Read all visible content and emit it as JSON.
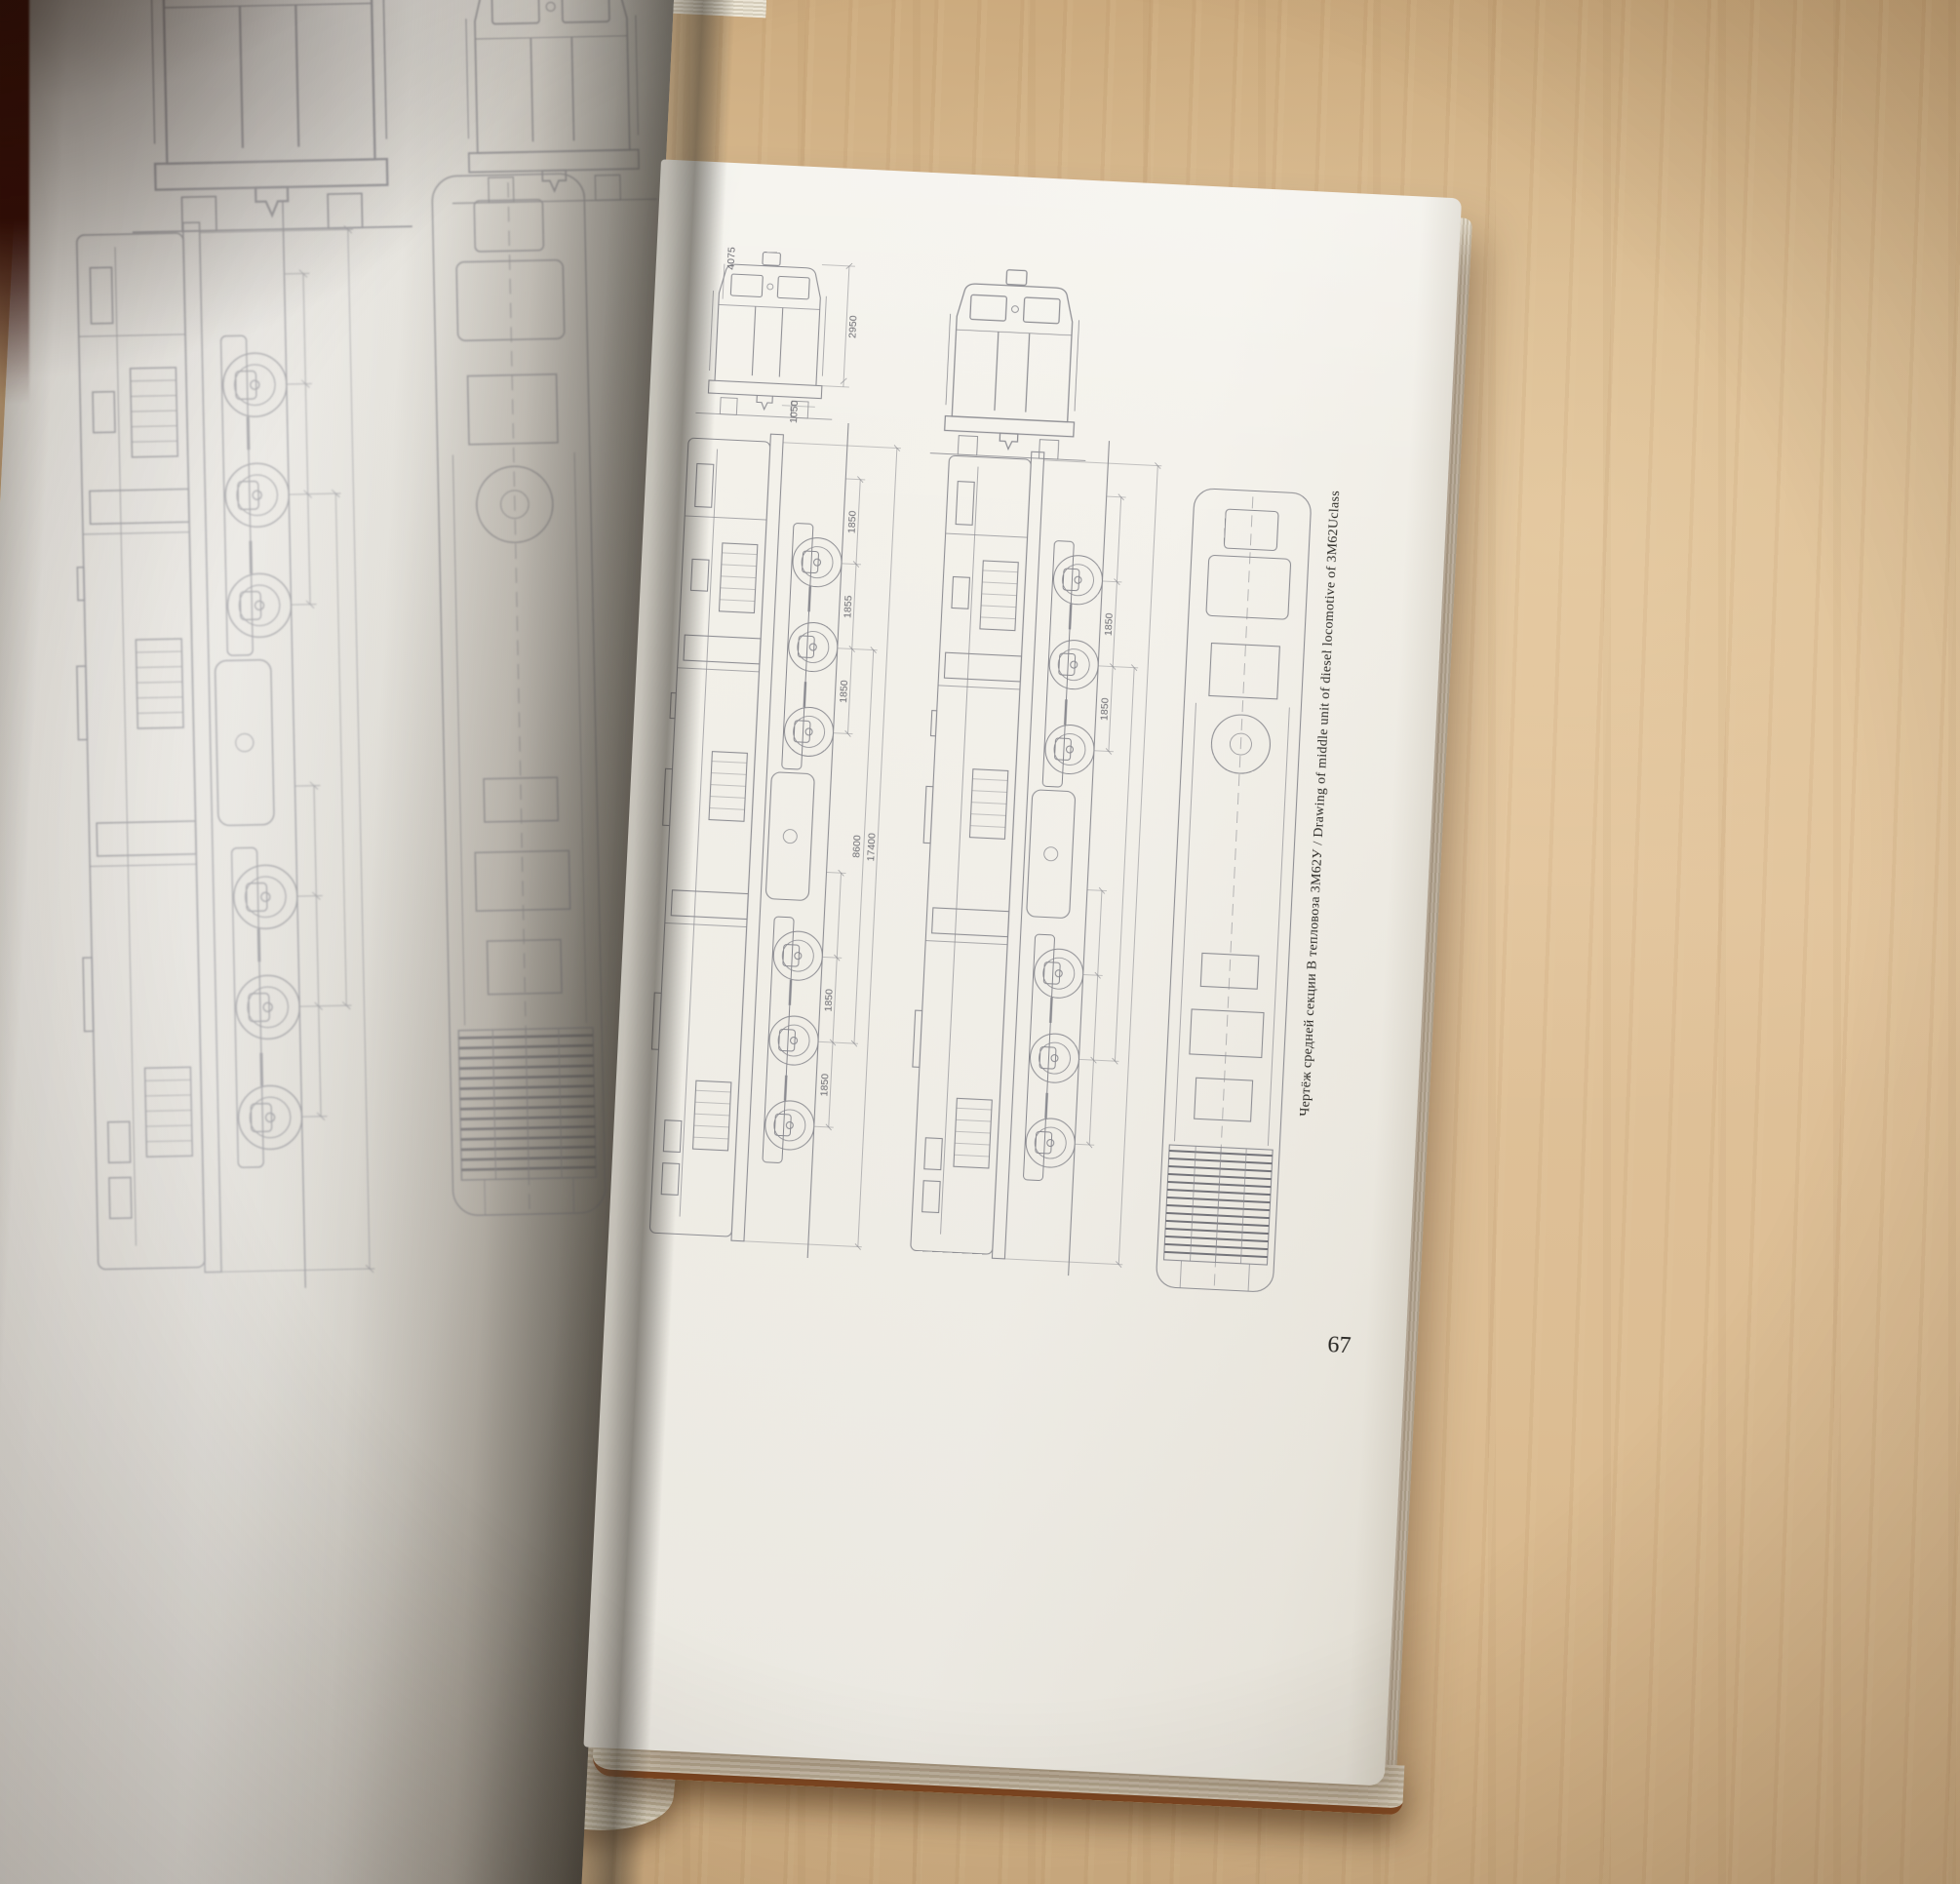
{
  "colors": {
    "wood": "#d8b98e",
    "paper": "#f3f1ea",
    "ink": "#8f8f94",
    "cover_edge": "#431009",
    "page_edge_trim": "#8a4e26"
  },
  "right_page": {
    "page_number": "67",
    "caption": "Чертёж средней секции В тепловоза 3М62У / Drawing of middle unit of diesel locomotive of 3M62Uclass"
  },
  "drawing": {
    "dims": {
      "height_4075": "4075",
      "end_2950": "2950",
      "wheel_1050": "1050",
      "axle_a1": "1850",
      "axle_a2": "1855",
      "axle_a3": "1850",
      "axle_b1": "1850",
      "axle_b2": "1850",
      "axle_c1": "1850",
      "axle_c2": "1850",
      "bogie_centers_8600": "8600",
      "length_17400": "17400"
    }
  }
}
